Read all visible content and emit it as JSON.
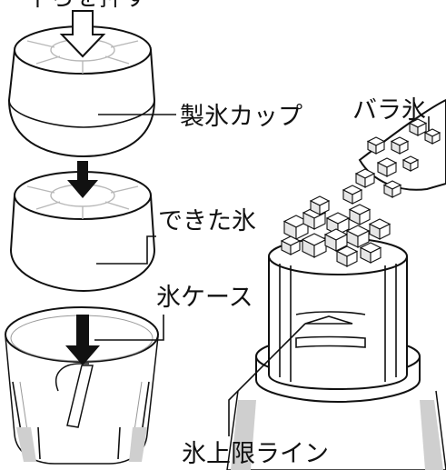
{
  "labels": {
    "top_partial": "平らを押す",
    "cup": "製氷カップ",
    "bara_ice": "バラ氷",
    "made_ice": "できた氷",
    "ice_case": "氷ケース",
    "max_line": "氷上限ライン"
  },
  "icons": [
    "down-arrow-outline-icon",
    "down-arrow-solid-icon",
    "ice-cube-icon"
  ],
  "colors": {
    "ink": "#111111",
    "fill": "#ffffff",
    "shade": "#cfcfcf"
  }
}
